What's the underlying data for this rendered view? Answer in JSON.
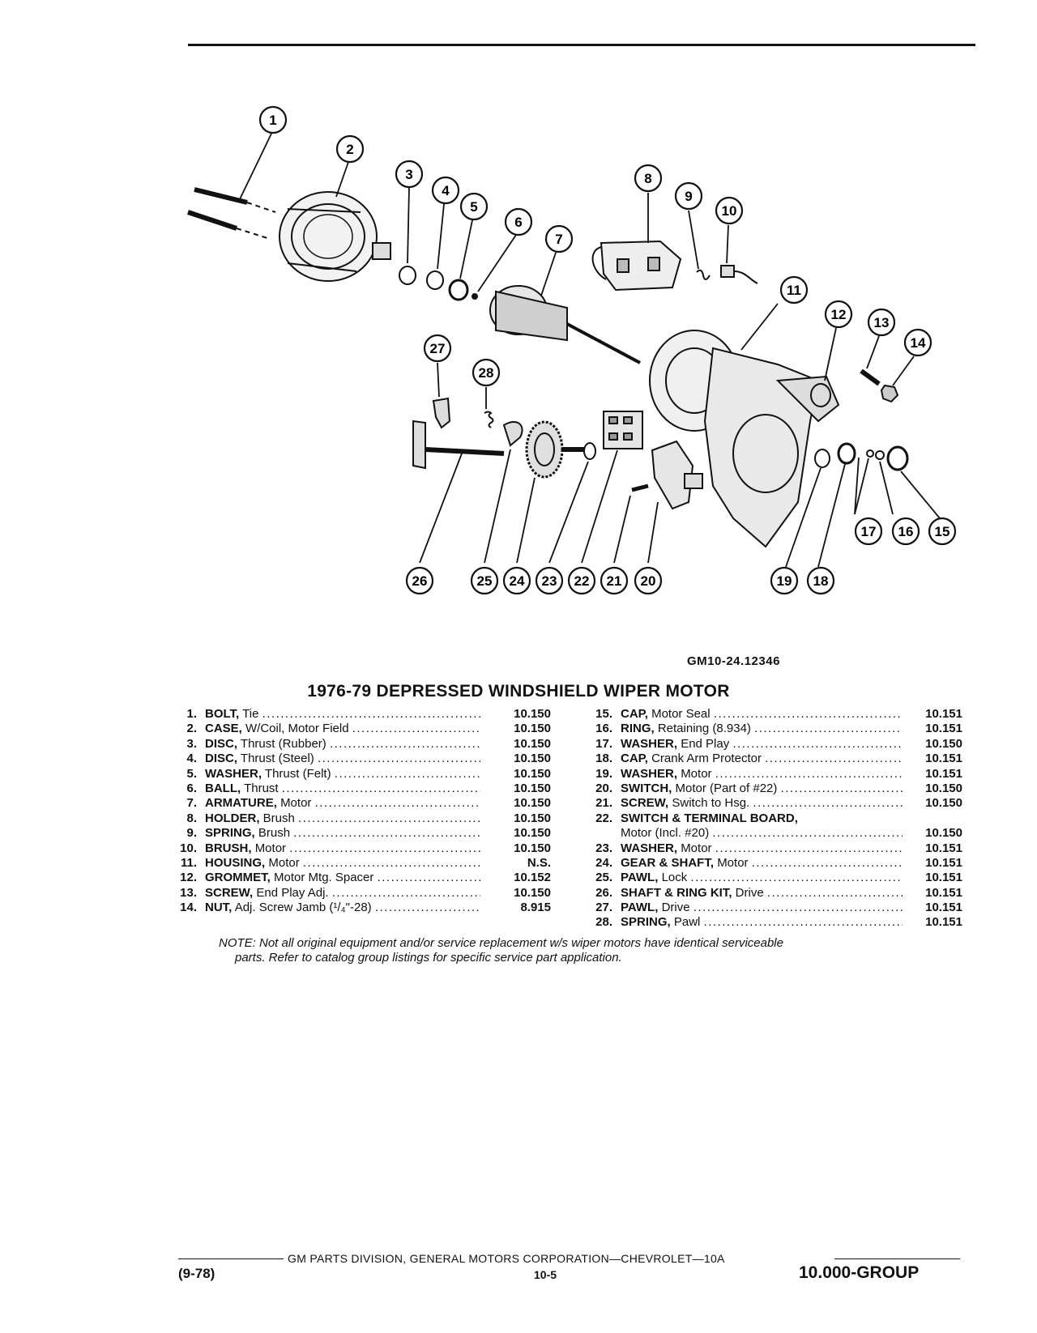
{
  "figure": {
    "id": "GM10-24.12346",
    "callouts": [
      "1",
      "2",
      "3",
      "4",
      "5",
      "6",
      "7",
      "8",
      "9",
      "10",
      "11",
      "12",
      "13",
      "14",
      "15",
      "16",
      "17",
      "18",
      "19",
      "20",
      "21",
      "22",
      "23",
      "24",
      "25",
      "26",
      "27",
      "28"
    ]
  },
  "title": "1976-79 DEPRESSED WINDSHIELD WIPER MOTOR",
  "parts_left": [
    {
      "num": "1.",
      "name": "BOLT,",
      "desc": "Tie",
      "group": "10.150"
    },
    {
      "num": "2.",
      "name": "CASE,",
      "desc": "W/Coil, Motor Field",
      "group": "10.150"
    },
    {
      "num": "3.",
      "name": "DISC,",
      "desc": "Thrust (Rubber)",
      "group": "10.150"
    },
    {
      "num": "4.",
      "name": "DISC,",
      "desc": "Thrust (Steel)",
      "group": "10.150"
    },
    {
      "num": "5.",
      "name": "WASHER,",
      "desc": "Thrust (Felt)",
      "group": "10.150"
    },
    {
      "num": "6.",
      "name": "BALL,",
      "desc": "Thrust",
      "group": "10.150"
    },
    {
      "num": "7.",
      "name": "ARMATURE,",
      "desc": "Motor",
      "group": "10.150"
    },
    {
      "num": "8.",
      "name": "HOLDER,",
      "desc": "Brush",
      "group": "10.150"
    },
    {
      "num": "9.",
      "name": "SPRING,",
      "desc": "Brush",
      "group": "10.150"
    },
    {
      "num": "10.",
      "name": "BRUSH,",
      "desc": "Motor",
      "group": "10.150"
    },
    {
      "num": "11.",
      "name": "HOUSING,",
      "desc": "Motor",
      "group": "N.S."
    },
    {
      "num": "12.",
      "name": "GROMMET,",
      "desc": "Motor Mtg. Spacer",
      "group": "10.152"
    },
    {
      "num": "13.",
      "name": "SCREW,",
      "desc": "End Play Adj.",
      "group": "10.150"
    },
    {
      "num": "14.",
      "name": "NUT,",
      "desc": "Adj. Screw Jamb (¹/₄\"-28)",
      "group": "8.915"
    }
  ],
  "parts_right": [
    {
      "num": "15.",
      "name": "CAP,",
      "desc": "Motor Seal",
      "group": "10.151"
    },
    {
      "num": "16.",
      "name": "RING,",
      "desc": "Retaining (8.934)",
      "group": "10.151"
    },
    {
      "num": "17.",
      "name": "WASHER,",
      "desc": "End Play",
      "group": "10.150"
    },
    {
      "num": "18.",
      "name": "CAP,",
      "desc": "Crank Arm Protector",
      "group": "10.151"
    },
    {
      "num": "19.",
      "name": "WASHER,",
      "desc": "Motor",
      "group": "10.151"
    },
    {
      "num": "20.",
      "name": "SWITCH,",
      "desc": "Motor (Part of #22)",
      "group": "10.150"
    },
    {
      "num": "21.",
      "name": "SCREW,",
      "desc": "Switch to Hsg.",
      "group": "10.150"
    },
    {
      "num": "22.",
      "name": "SWITCH & TERMINAL BOARD,",
      "desc": "",
      "group": ""
    },
    {
      "num": "",
      "name": "",
      "desc": "Motor (Incl. #20)",
      "group": "10.150"
    },
    {
      "num": "23.",
      "name": "WASHER,",
      "desc": "Motor",
      "group": "10.151"
    },
    {
      "num": "24.",
      "name": "GEAR & SHAFT,",
      "desc": "Motor",
      "group": "10.151"
    },
    {
      "num": "25.",
      "name": "PAWL,",
      "desc": "Lock",
      "group": "10.151"
    },
    {
      "num": "26.",
      "name": "SHAFT & RING KIT,",
      "desc": "Drive",
      "group": "10.151"
    },
    {
      "num": "27.",
      "name": "PAWL,",
      "desc": "Drive",
      "group": "10.151"
    },
    {
      "num": "28.",
      "name": "SPRING,",
      "desc": "Pawl",
      "group": "10.151"
    }
  ],
  "note": {
    "line1": "NOTE: Not all original equipment and/or service replacement w/s wiper motors have identical serviceable",
    "line2": "parts. Refer to catalog group listings for specific service part application."
  },
  "footer": {
    "line": "GM PARTS DIVISION, GENERAL MOTORS CORPORATION—CHEVROLET—10A",
    "date": "(9-78)",
    "page": "10-5",
    "group": "10.000-GROUP"
  }
}
